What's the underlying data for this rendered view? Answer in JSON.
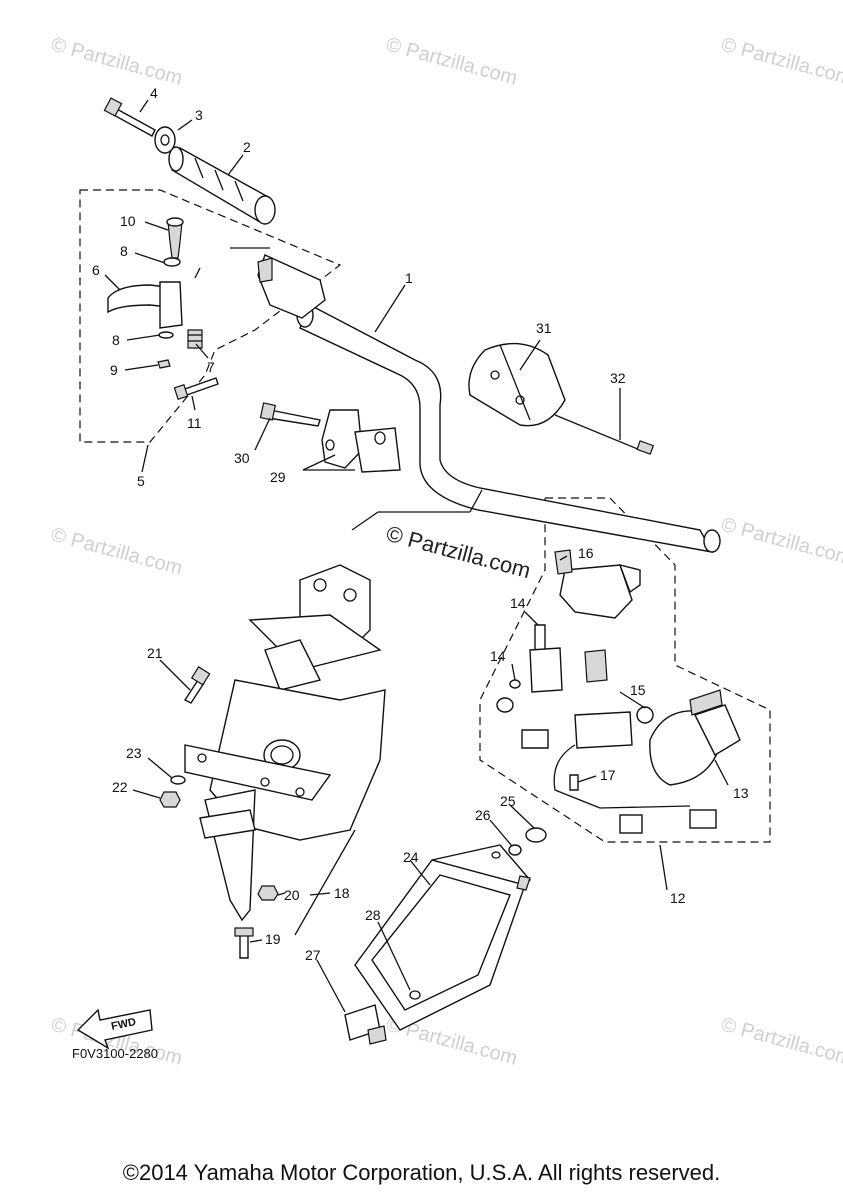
{
  "diagram": {
    "watermark": "© Partzilla.com",
    "center_watermark": "© Partzilla.com",
    "drawing_code": "F0V3100-2280",
    "fwd_label": "FWD",
    "part_numbers": {
      "p1": "1",
      "p2": "2",
      "p3": "3",
      "p4": "4",
      "p5": "5",
      "p6": "6",
      "p7": "7",
      "p8a": "8",
      "p8b": "8",
      "p9": "9",
      "p10": "10",
      "p11": "11",
      "p12": "12",
      "p13": "13",
      "p14a": "14",
      "p14b": "14",
      "p15": "15",
      "p16": "16",
      "p17": "17",
      "p18": "18",
      "p19": "19",
      "p20": "20",
      "p21": "21",
      "p22": "22",
      "p23": "23",
      "p24": "24",
      "p25": "25",
      "p26": "26",
      "p27": "27",
      "p28": "28",
      "p29": "29",
      "p30": "30",
      "p31": "31",
      "p32": "32"
    }
  },
  "footer": {
    "copyright": "©2014 Yamaha Motor Corporation, U.S.A. All rights reserved."
  }
}
